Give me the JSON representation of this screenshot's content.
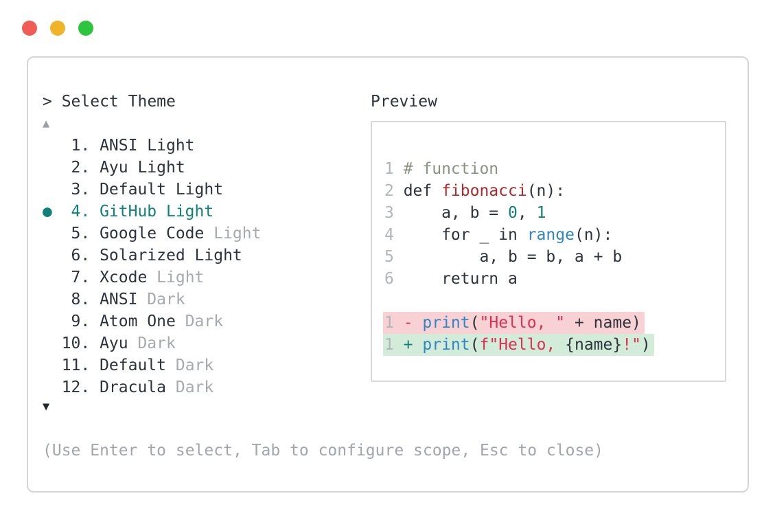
{
  "window": {
    "traffic_lights": [
      {
        "name": "close",
        "color": "#f05c56"
      },
      {
        "name": "minimize",
        "color": "#f0b42a"
      },
      {
        "name": "zoom",
        "color": "#2ec53e"
      }
    ]
  },
  "picker": {
    "prompt": "> Select Theme",
    "scroll_up_indicator": "▲",
    "scroll_down_indicator": "▼",
    "selected_bullet": "●",
    "items": [
      {
        "num": "1",
        "label": "ANSI Light",
        "muted": "",
        "selected": false
      },
      {
        "num": "2",
        "label": "Ayu Light",
        "muted": "",
        "selected": false
      },
      {
        "num": "3",
        "label": "Default Light",
        "muted": "",
        "selected": false
      },
      {
        "num": "4",
        "label": "GitHub Light",
        "muted": "",
        "selected": true
      },
      {
        "num": "5",
        "label": "Google Code",
        "muted": "Light",
        "selected": false
      },
      {
        "num": "6",
        "label": "Solarized Light",
        "muted": "",
        "selected": false
      },
      {
        "num": "7",
        "label": "Xcode",
        "muted": "Light",
        "selected": false
      },
      {
        "num": "8",
        "label": "ANSI",
        "muted": "Dark",
        "selected": false
      },
      {
        "num": "9",
        "label": "Atom One",
        "muted": "Dark",
        "selected": false
      },
      {
        "num": "10",
        "label": "Ayu",
        "muted": "Dark",
        "selected": false
      },
      {
        "num": "11",
        "label": "Default",
        "muted": "Dark",
        "selected": false
      },
      {
        "num": "12",
        "label": "Dracula",
        "muted": "Dark",
        "selected": false
      }
    ],
    "help": "(Use Enter to select, Tab to configure scope, Esc to close)"
  },
  "preview": {
    "title": "Preview",
    "code_lines": [
      {
        "num": "1",
        "bg": null,
        "tokens": [
          {
            "t": "# function",
            "c": "comment"
          }
        ]
      },
      {
        "num": "2",
        "bg": null,
        "tokens": [
          {
            "t": "def ",
            "c": "plain"
          },
          {
            "t": "fibonacci",
            "c": "function"
          },
          {
            "t": "(n):",
            "c": "plain"
          }
        ]
      },
      {
        "num": "3",
        "bg": null,
        "tokens": [
          {
            "t": "    a, b = ",
            "c": "plain"
          },
          {
            "t": "0",
            "c": "number"
          },
          {
            "t": ", ",
            "c": "plain"
          },
          {
            "t": "1",
            "c": "number"
          }
        ]
      },
      {
        "num": "4",
        "bg": null,
        "tokens": [
          {
            "t": "    for _ in ",
            "c": "plain"
          },
          {
            "t": "range",
            "c": "builtin"
          },
          {
            "t": "(n):",
            "c": "plain"
          }
        ]
      },
      {
        "num": "5",
        "bg": null,
        "tokens": [
          {
            "t": "        a, b = b, a + b",
            "c": "plain"
          }
        ]
      },
      {
        "num": "6",
        "bg": null,
        "tokens": [
          {
            "t": "    return a",
            "c": "plain"
          }
        ]
      },
      {
        "num": "",
        "bg": null,
        "tokens": []
      },
      {
        "num": "1",
        "bg": "removed",
        "tokens": [
          {
            "t": "- ",
            "c": "string"
          },
          {
            "t": "print",
            "c": "builtin"
          },
          {
            "t": "(",
            "c": "plain"
          },
          {
            "t": "\"Hello, \"",
            "c": "string"
          },
          {
            "t": " + name)",
            "c": "plain"
          }
        ]
      },
      {
        "num": "1",
        "bg": "added",
        "tokens": [
          {
            "t": "+ ",
            "c": "accent"
          },
          {
            "t": "print",
            "c": "builtin"
          },
          {
            "t": "(",
            "c": "plain"
          },
          {
            "t": "f\"Hello, ",
            "c": "string"
          },
          {
            "t": "{name}",
            "c": "plain"
          },
          {
            "t": "!\"",
            "c": "string"
          },
          {
            "t": ")",
            "c": "plain"
          }
        ]
      }
    ]
  },
  "colors": {
    "text_dark": "#2d333b",
    "muted_gray": "#a6aaae",
    "help_gray": "#a2a6aa",
    "line_number_gray": "#b2b6b9",
    "accent_teal": "#12807a",
    "builtin_blue": "#2f86c5",
    "function_red": "#ae2b2d",
    "string_crimson": "#de3052",
    "comment_green_gray": "#8a9280",
    "removed_bg": "#f8d1d4",
    "added_bg": "#d3ecda",
    "window_border": "#d5d5d5",
    "preview_border": "#d8d8d8"
  }
}
